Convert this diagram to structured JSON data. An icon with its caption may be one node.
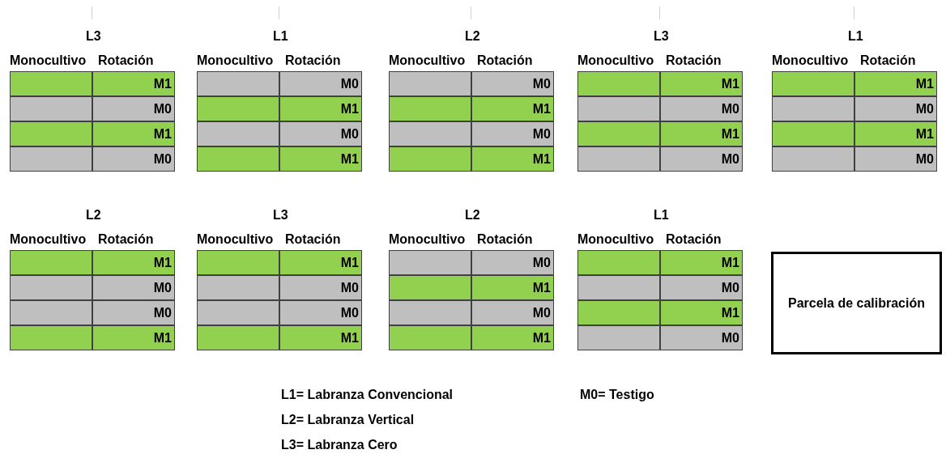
{
  "diagram": {
    "nodes": [
      {
        "text": [
          "L3",
          "Monocultivo",
          "Rotación"
        ]
      },
      {
        "text": [],
        "shape": "box",
        "in": 0
      },
      {
        "text": [
          "M1"
        ],
        "in": 0
      },
      {
        "text": [],
        "shape": "box",
        "in": 0
      },
      {
        "text": [
          "M0"
        ],
        "in": 0
      },
      {
        "text": [],
        "shape": "box",
        "in": 0
      },
      {
        "text": [
          "M1"
        ],
        "in": 0
      },
      {
        "text": [],
        "shape": "box",
        "in": 0
      },
      {
        "text": [
          "M0"
        ],
        "in": 0
      },
      {
        "text": [
          "L1",
          "Monocultivo",
          "Rotación"
        ]
      },
      {
        "text": [],
        "shape": "box",
        "in": 9
      },
      {
        "text": [
          "M0"
        ],
        "in": 9
      },
      {
        "text": [],
        "shape": "box",
        "in": 9
      },
      {
        "text": [
          "M1"
        ],
        "in": 9
      },
      {
        "text": [],
        "shape": "box",
        "in": 9
      },
      {
        "text": [
          "M0"
        ],
        "in": 9
      },
      {
        "text": [],
        "shape": "box",
        "in": 9
      },
      {
        "text": [
          "M1"
        ],
        "in": 9
      },
      {
        "text": [
          "L2",
          "Monocultivo",
          "Rotación"
        ]
      },
      {
        "text": [],
        "shape": "box",
        "in": 18
      },
      {
        "text": [
          "M0"
        ],
        "in": 18
      },
      {
        "text": [],
        "shape": "box",
        "in": 18
      },
      {
        "text": [
          "M1"
        ],
        "in": 18
      },
      {
        "text": [],
        "shape": "box",
        "in": 18
      },
      {
        "text": [
          "M0"
        ],
        "in": 18
      },
      {
        "text": [],
        "shape": "box",
        "in": 18
      },
      {
        "text": [
          "M1"
        ],
        "in": 18
      },
      {
        "text": [
          "L3",
          "Monocultivo",
          "Rotación"
        ]
      },
      {
        "text": [],
        "shape": "box",
        "in": 27
      },
      {
        "text": [
          "M1"
        ],
        "in": 27
      },
      {
        "text": [],
        "shape": "box",
        "in": 27
      },
      {
        "text": [
          "M0"
        ],
        "in": 27
      },
      {
        "text": [],
        "shape": "box",
        "in": 27
      },
      {
        "text": [
          "M1"
        ],
        "in": 27
      },
      {
        "text": [],
        "shape": "box",
        "in": 27
      },
      {
        "text": [
          "M0"
        ],
        "in": 27
      },
      {
        "text": [
          "L1",
          "Monocultivo",
          "Rotación"
        ]
      },
      {
        "text": [],
        "shape": "box",
        "in": 36
      },
      {
        "text": [
          "M1"
        ],
        "in": 36
      },
      {
        "text": [],
        "shape": "box",
        "in": 36
      },
      {
        "text": [
          "M0"
        ],
        "in": 36
      },
      {
        "text": [],
        "shape": "box",
        "in": 36
      },
      {
        "text": [
          "M1"
        ],
        "in": 36
      },
      {
        "text": [],
        "shape": "box",
        "in": 36
      },
      {
        "text": [
          "M0"
        ],
        "in": 36
      },
      {
        "text": [
          "L2",
          "Monocultivo",
          "Rotación"
        ]
      },
      {
        "text": [],
        "shape": "box",
        "in": 45
      },
      {
        "text": [
          "M1"
        ],
        "in": 45
      },
      {
        "text": [],
        "shape": "box",
        "in": 45
      },
      {
        "text": [
          "M0"
        ],
        "in": 45
      },
      {
        "text": [],
        "shape": "box",
        "in": 45
      },
      {
        "text": [
          "M0"
        ],
        "in": 45
      },
      {
        "text": [],
        "shape": "box",
        "in": 45
      },
      {
        "text": [
          "M1"
        ],
        "in": 45
      },
      {
        "text": [
          "L3",
          "Monocultivo",
          "Rotación"
        ]
      },
      {
        "text": [],
        "shape": "box",
        "in": 54
      },
      {
        "text": [
          "M1"
        ],
        "in": 54
      },
      {
        "text": [],
        "shape": "box",
        "in": 54
      },
      {
        "text": [
          "M0"
        ],
        "in": 54
      },
      {
        "text": [],
        "shape": "box",
        "in": 54
      },
      {
        "text": [
          "M0"
        ],
        "in": 54
      },
      {
        "text": [],
        "shape": "box",
        "in": 54
      },
      {
        "text": [
          "M1"
        ],
        "in": 54
      },
      {
        "text": [
          "L2",
          "Monocultivo",
          "Rotación"
        ]
      },
      {
        "text": [],
        "shape": "box",
        "in": 63
      },
      {
        "text": [
          "M0"
        ],
        "in": 63
      },
      {
        "text": [],
        "shape": "box",
        "in": 63
      },
      {
        "text": [
          "M1"
        ],
        "in": 63
      },
      {
        "text": [],
        "shape": "box",
        "in": 63
      },
      {
        "text": [
          "M0"
        ],
        "in": 63
      },
      {
        "text": [],
        "shape": "box",
        "in": 63
      },
      {
        "text": [
          "M1"
        ],
        "in": 63
      },
      {
        "text": [
          "L1",
          "Monocultivo",
          "Rotación"
        ]
      },
      {
        "text": [],
        "shape": "box",
        "in": 72
      },
      {
        "text": [
          "M1"
        ],
        "in": 72
      },
      {
        "text": [],
        "shape": "box",
        "in": 72
      },
      {
        "text": [
          "M0"
        ],
        "in": 72
      },
      {
        "text": [],
        "shape": "box",
        "in": 72
      },
      {
        "text": [
          "M1"
        ],
        "in": 72
      },
      {
        "text": [],
        "shape": "box",
        "in": 72
      },
      {
        "text": [
          "M0"
        ],
        "in": 72
      },
      {
        "text": [
          "Parcela de calibración"
        ]
      }
    ],
    "labels": [
      "L1= Labranza Convencional",
      "M0= Testigo",
      "L2= Labranza Vertical",
      "L3= Labranza Cero"
    ]
  }
}
